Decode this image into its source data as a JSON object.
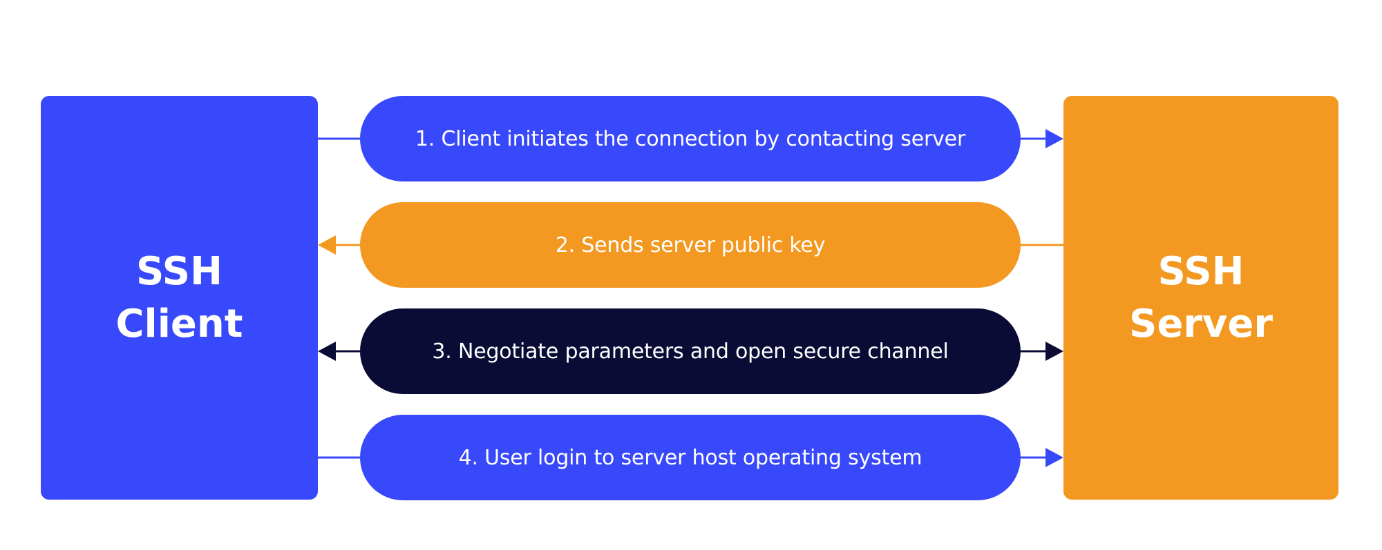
{
  "client": {
    "line1": "SSH",
    "line2": "Client",
    "color": "#3848fb"
  },
  "server": {
    "line1": "SSH",
    "line2": "Server",
    "color": "#f39820"
  },
  "steps": [
    {
      "label": "1. Client initiates the connection by contacting server",
      "color": "#3848fb",
      "direction": "client-to-server"
    },
    {
      "label": "2. Sends server public key",
      "color": "#f39820",
      "direction": "server-to-client"
    },
    {
      "label": "3. Negotiate parameters and open secure channel",
      "color": "#0a0c36",
      "direction": "bidirectional"
    },
    {
      "label": "4. User login to server host operating system",
      "color": "#3848fb",
      "direction": "client-to-server"
    }
  ]
}
